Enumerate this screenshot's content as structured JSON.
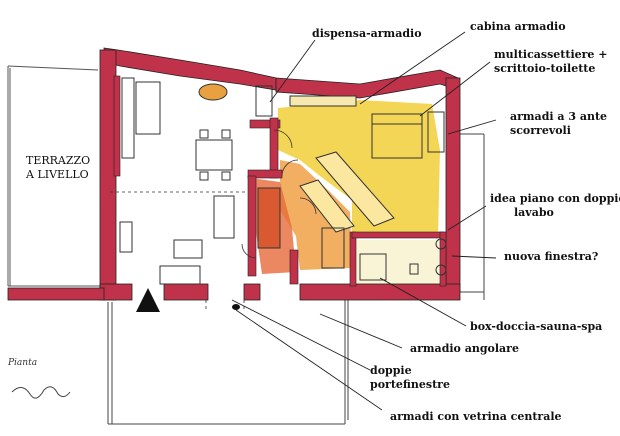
{
  "colors": {
    "wall": "#c0324a",
    "yellow": "#f2cf3a",
    "orange": "#f0a045",
    "red_room": "#e66a3a",
    "line": "#222222"
  },
  "terrace": {
    "line1": "TERRAZZO",
    "line2": "A LIVELLO"
  },
  "labels": {
    "dispensa": "dispensa-armadio",
    "cabina": "cabina armadio",
    "multicassettiere_1": "multicassettiere +",
    "multicassettiere_2": "scrittoio-toilette",
    "armadi3_1": "armadi a 3 ante",
    "armadi3_2": "scorrevoli",
    "idea_1": "idea piano con doppio",
    "idea_2": "lavabo",
    "finestra": "nuova finestra?",
    "box_doccia": "box-doccia-sauna-spa",
    "angolare": "armadio angolare",
    "doppie_1": "doppie",
    "doppie_2": "portefinestre",
    "vetrina": "armadi con vetrina centrale"
  },
  "signature": {
    "word": "Pianta",
    "name": "signature"
  }
}
